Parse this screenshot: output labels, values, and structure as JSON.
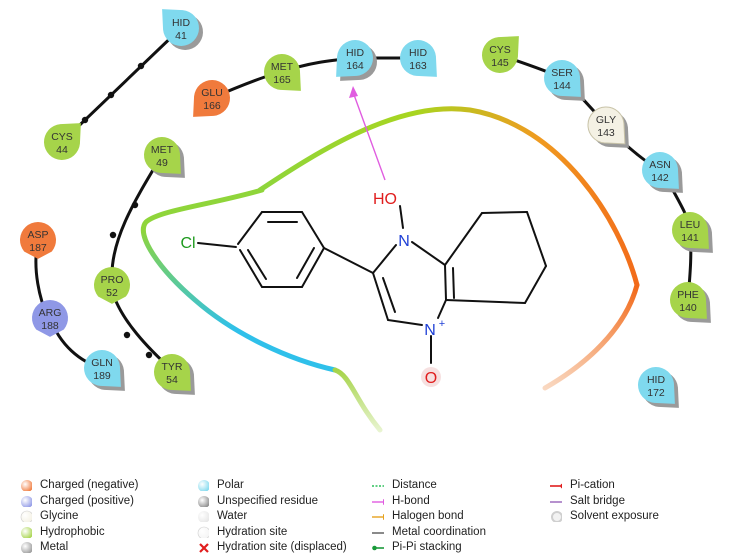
{
  "residues": [
    {
      "name": "HID",
      "num": "41",
      "type": "polar"
    },
    {
      "name": "CYS",
      "num": "44",
      "type": "hydrophobic"
    },
    {
      "name": "ASP",
      "num": "187",
      "type": "neg"
    },
    {
      "name": "ARG",
      "num": "188",
      "type": "pos"
    },
    {
      "name": "GLN",
      "num": "189",
      "type": "polar"
    },
    {
      "name": "PRO",
      "num": "52",
      "type": "hydrophobic"
    },
    {
      "name": "MET",
      "num": "49",
      "type": "hydrophobic"
    },
    {
      "name": "TYR",
      "num": "54",
      "type": "hydrophobic"
    },
    {
      "name": "GLU",
      "num": "166",
      "type": "neg"
    },
    {
      "name": "MET",
      "num": "165",
      "type": "hydrophobic"
    },
    {
      "name": "HID",
      "num": "164",
      "type": "polar"
    },
    {
      "name": "HID",
      "num": "163",
      "type": "polar"
    },
    {
      "name": "CYS",
      "num": "145",
      "type": "hydrophobic"
    },
    {
      "name": "SER",
      "num": "144",
      "type": "polar"
    },
    {
      "name": "GLY",
      "num": "143",
      "type": "glycine"
    },
    {
      "name": "ASN",
      "num": "142",
      "type": "polar"
    },
    {
      "name": "LEU",
      "num": "141",
      "type": "hydrophobic"
    },
    {
      "name": "PHE",
      "num": "140",
      "type": "hydrophobic"
    },
    {
      "name": "HID",
      "num": "172",
      "type": "polar"
    }
  ],
  "atoms": {
    "cl": "Cl",
    "oh": "HO",
    "n1": "N",
    "n4": "N",
    "plus": "+",
    "o": "O"
  },
  "colors": {
    "neg": "#f07a3c",
    "pos": "#8f98e6",
    "polar": "#7fd9ee",
    "glycine": "#f4f1e4",
    "hydrophobic": "#a6d44a",
    "metal": "#9a9a9a",
    "hbond": "#e05ce0",
    "halogen": "#e6a21e",
    "pipi": "#1a9a3a",
    "picat": "#e01e1e",
    "saltbridge": "#8a4fb0",
    "distance": "#2cbf5a",
    "cl": "#1e9a1e",
    "n": "#1e3fd6",
    "o": "#e01e1e"
  },
  "legend": {
    "col1": [
      "Charged (negative)",
      "Charged (positive)",
      "Glycine",
      "Hydrophobic",
      "Metal"
    ],
    "col2": [
      "Polar",
      "Unspecified residue",
      "Water",
      "Hydration site",
      "Hydration site (displaced)"
    ],
    "col3": [
      "Distance",
      "H-bond",
      "Halogen bond",
      "Metal coordination",
      "Pi-Pi stacking"
    ],
    "col4": [
      "Pi-cation",
      "Salt bridge",
      "Solvent exposure"
    ]
  }
}
